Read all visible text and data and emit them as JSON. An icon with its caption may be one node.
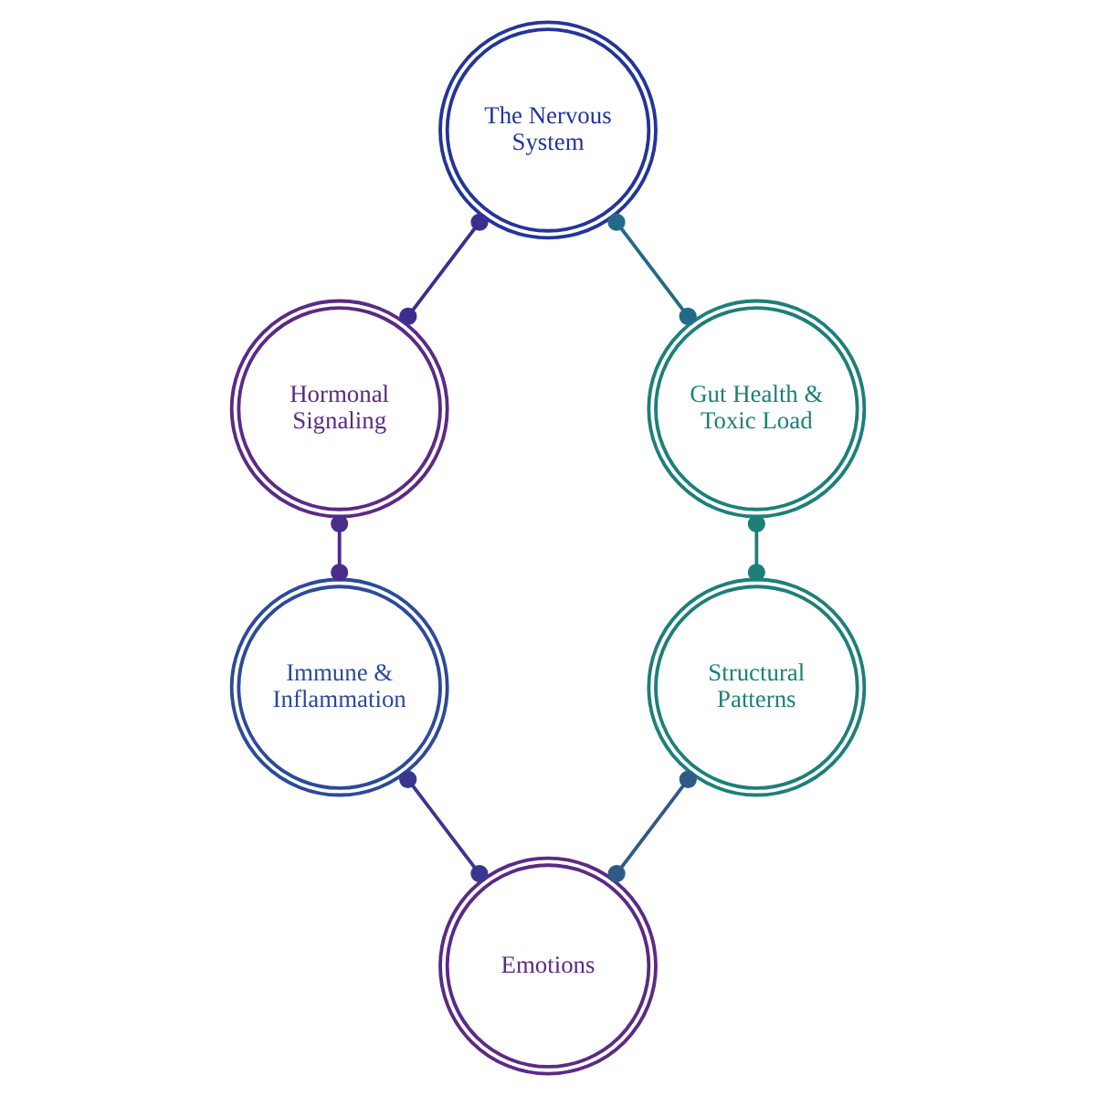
{
  "diagram": {
    "nodes": [
      {
        "text": [
          "The Nervous System"
        ]
      },
      {
        "text": [
          "Hormonal Signaling"
        ]
      },
      {
        "text": [
          "Immune & Inflammation"
        ]
      },
      {
        "text": [
          "Emotions"
        ]
      },
      {
        "text": [
          "Structural Patterns"
        ]
      },
      {
        "text": [
          "Gut Health & Toxic Load"
        ]
      }
    ],
    "edges": [
      {
        "from": 0,
        "to": 1,
        "arrow": "other",
        "color": "#3a2f8f"
      },
      {
        "from": 1,
        "to": 2,
        "arrow": "other",
        "color": "#4a2d8a"
      },
      {
        "from": 2,
        "to": 3,
        "arrow": "other",
        "color": "#3a3590"
      },
      {
        "from": 3,
        "to": 4,
        "arrow": "other",
        "color": "#2f5a88"
      },
      {
        "from": 4,
        "to": 5,
        "arrow": "other",
        "color": "#1d8078"
      },
      {
        "from": 5,
        "to": 0,
        "arrow": "other",
        "color": "#236a88"
      }
    ]
  }
}
